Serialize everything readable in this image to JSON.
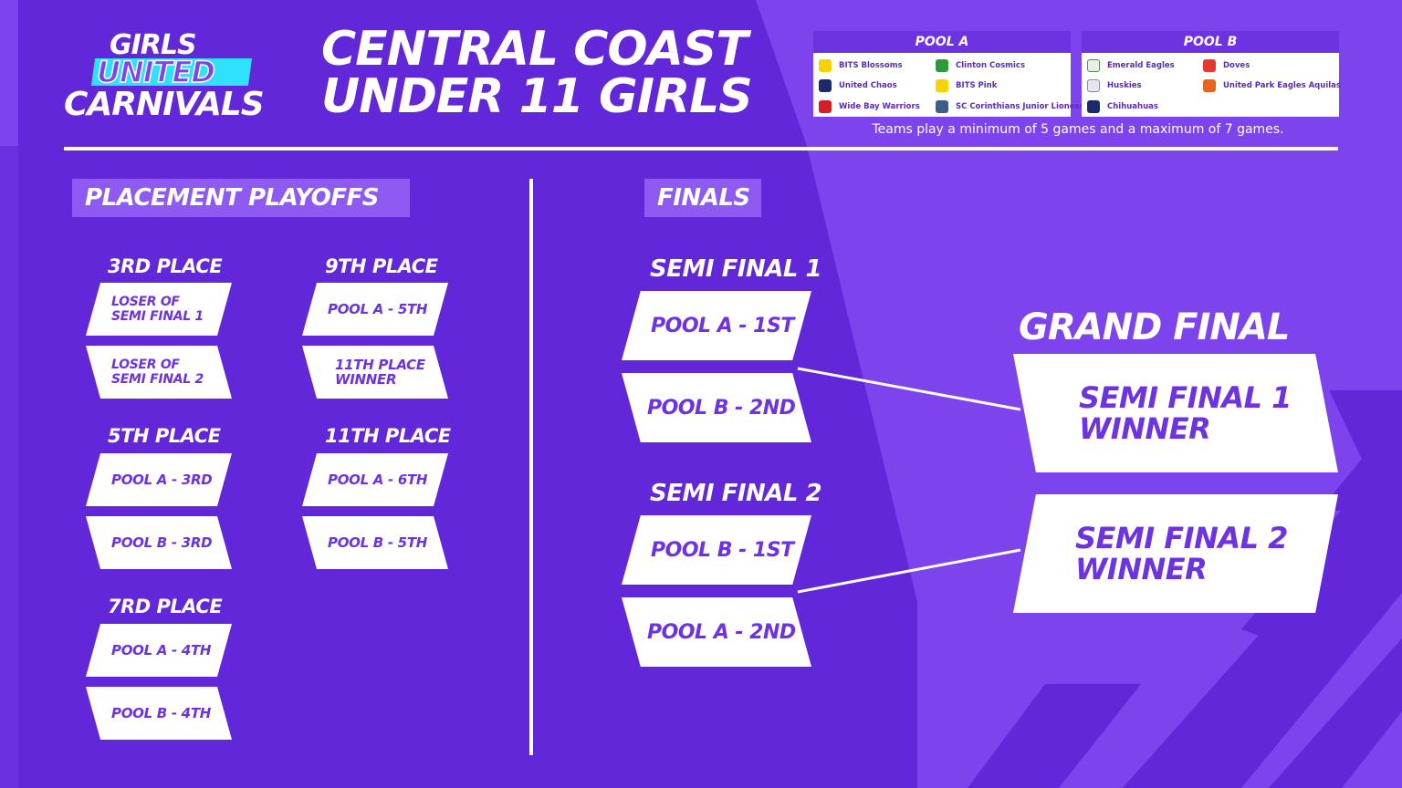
{
  "logo": {
    "line1": "GIRLS",
    "line2": "UNITED",
    "line3": "CARNIVALS"
  },
  "title": {
    "line1": "CENTRAL COAST",
    "line2": "UNDER 11 GIRLS"
  },
  "pools": {
    "note": "Teams play a minimum of 5 games and a maximum of 7 games.",
    "pool_a": {
      "title": "POOL A",
      "teams": [
        {
          "name": "BITS Blossoms",
          "color": "#f5d400"
        },
        {
          "name": "Clinton Cosmics",
          "color": "#2a9d3a"
        },
        {
          "name": "United Chaos",
          "color": "#1c2a6b"
        },
        {
          "name": "BITS Pink",
          "color": "#f5d400"
        },
        {
          "name": "Wide Bay Warriors",
          "color": "#d31f26"
        },
        {
          "name": "SC Corinthians Junior Lionesses",
          "color": "#3a5f8a"
        }
      ]
    },
    "pool_b": {
      "title": "POOL B",
      "teams": [
        {
          "name": "Emerald Eagles",
          "color": "#e8efe6"
        },
        {
          "name": "Doves",
          "color": "#e8372e"
        },
        {
          "name": "Huskies",
          "color": "#e6e6ee"
        },
        {
          "name": "United Park Eagles Aquilas",
          "color": "#e8641e"
        },
        {
          "name": "Chihuahuas",
          "color": "#1c2a6b"
        }
      ]
    }
  },
  "placement": {
    "heading": "PLACEMENT PLAYOFFS",
    "groups": [
      {
        "title": "3RD PLACE",
        "slots": [
          "LOSER OF\nSEMI FINAL 1",
          "LOSER OF\nSEMI FINAL 2"
        ]
      },
      {
        "title": "9TH PLACE",
        "slots": [
          "POOL A - 5TH",
          "11TH PLACE\nWINNER"
        ]
      },
      {
        "title": "5TH PLACE",
        "slots": [
          "POOL A - 3RD",
          "POOL B - 3RD"
        ]
      },
      {
        "title": "11TH PLACE",
        "slots": [
          "POOL A - 6TH",
          "POOL B - 5TH"
        ]
      },
      {
        "title": "7RD PLACE",
        "slots": [
          "POOL A - 4TH",
          "POOL B - 4TH"
        ]
      }
    ]
  },
  "finals": {
    "heading": "FINALS",
    "semi1": {
      "title": "SEMI FINAL 1",
      "slots": [
        "POOL A - 1ST",
        "POOL B - 2ND"
      ]
    },
    "semi2": {
      "title": "SEMI FINAL 2",
      "slots": [
        "POOL B - 1ST",
        "POOL A - 2ND"
      ]
    },
    "grand_final": {
      "title": "GRAND FINAL",
      "slots": [
        "SEMI FINAL 1\nWINNER",
        "SEMI FINAL 2\nWINNER"
      ]
    }
  },
  "colors": {
    "background": "#7d44ee",
    "dark_panel": "#6227d8",
    "accent_cyan": "#2fe0ff",
    "text_purple": "#6d33e0"
  }
}
